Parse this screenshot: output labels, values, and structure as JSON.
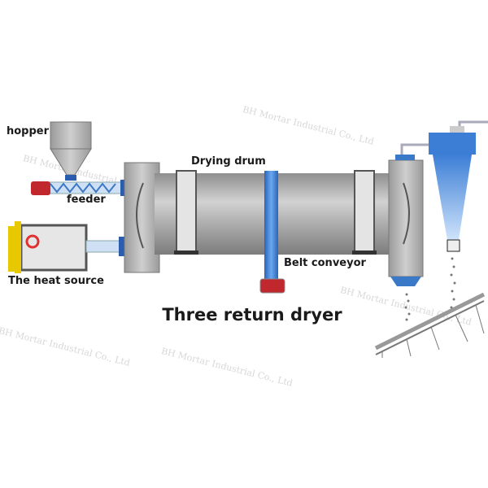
{
  "diagram": {
    "title": "Three return dryer",
    "labels": {
      "hopper": "hopper",
      "feeder": "feeder",
      "heat_source": "The heat source",
      "drying_drum": "Drying drum",
      "belt_conveyor": "Belt conveyor"
    },
    "watermark": "BH Mortar Industrial Co., Ltd",
    "colors": {
      "drum": "#a9a9a9",
      "blue": "#3a78c8",
      "motor": "#c0282e",
      "frame": "#e8c800"
    }
  }
}
